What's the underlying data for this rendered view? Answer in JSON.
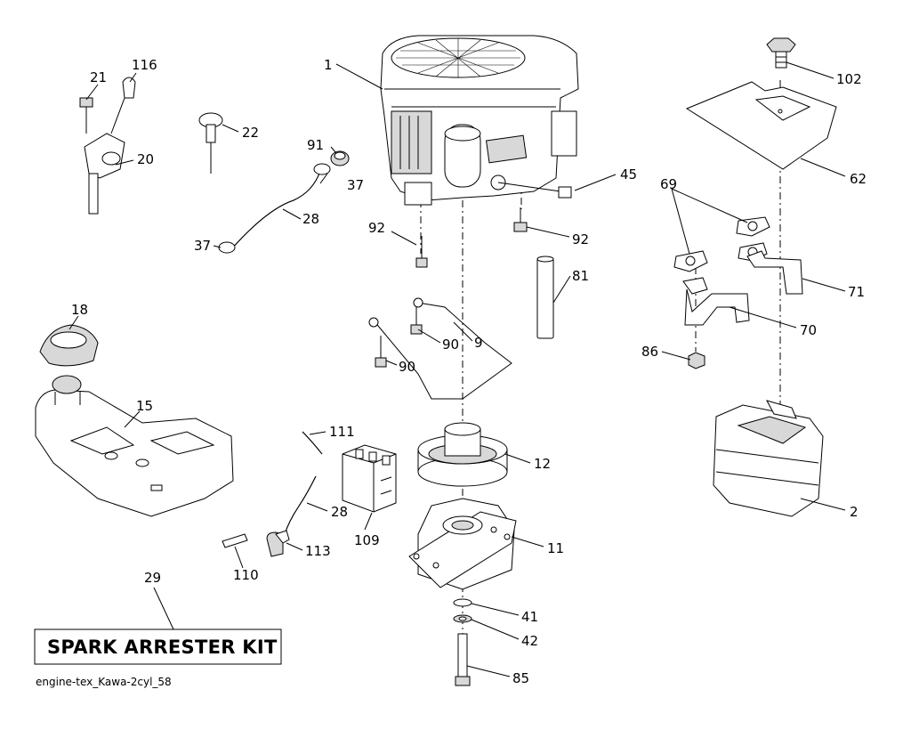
{
  "diagram": {
    "kit_label": "SPARK ARRESTER KIT",
    "footer": "engine-tex_Kawa-2cyl_58",
    "callouts": {
      "c1": "1",
      "c2": "2",
      "c9": "9",
      "c11": "11",
      "c12": "12",
      "c15": "15",
      "c18": "18",
      "c20": "20",
      "c21": "21",
      "c22": "22",
      "c28a": "28",
      "c28b": "28",
      "c29": "29",
      "c37a": "37",
      "c37b": "37",
      "c41": "41",
      "c42": "42",
      "c45": "45",
      "c62": "62",
      "c69": "69",
      "c70": "70",
      "c71": "71",
      "c81": "81",
      "c85": "85",
      "c86": "86",
      "c90a": "90",
      "c90b": "90",
      "c91": "91",
      "c92a": "92",
      "c92b": "92",
      "c102": "102",
      "c109": "109",
      "c110": "110",
      "c111": "111",
      "c113": "113",
      "c116": "116"
    }
  }
}
